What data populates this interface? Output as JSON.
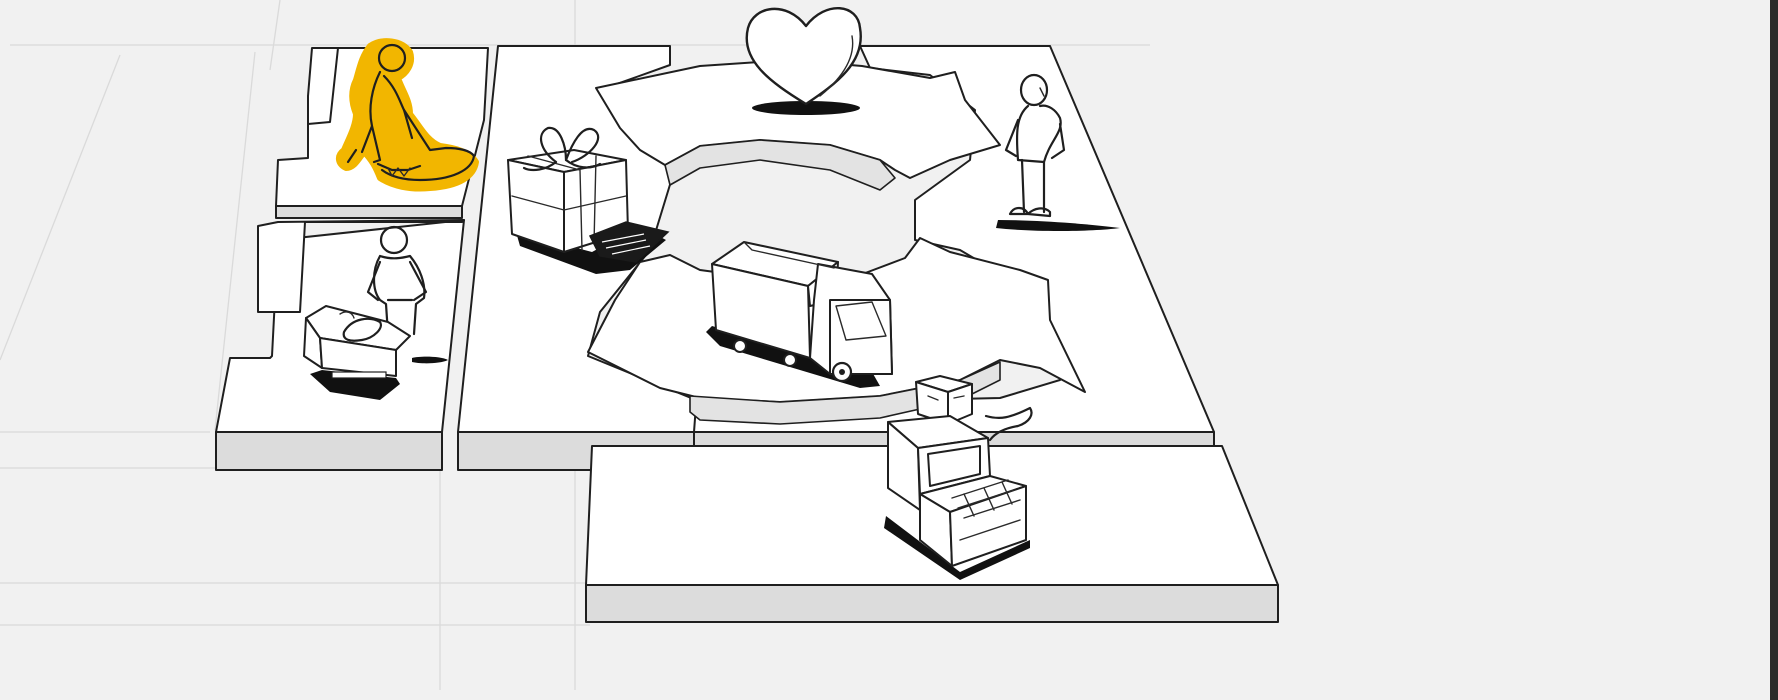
{
  "canvas": {
    "blocks": [
      "key-partners",
      "key-activities",
      "key-resources",
      "value-propositions",
      "customer-relationships",
      "channels",
      "customer-segments",
      "revenue-streams"
    ],
    "highlighted_block": "key-activities",
    "highlight_color": "#f2b600",
    "background_color": "#f1f1f1",
    "block_top_color": "#ffffff",
    "block_side_color": "#dcdcdc"
  },
  "icons": [
    "digging-worker-icon",
    "worker-with-machine-icon",
    "gift-box-icon",
    "heart-icon",
    "standing-person-icon",
    "delivery-truck-icon",
    "cash-register-icon"
  ]
}
